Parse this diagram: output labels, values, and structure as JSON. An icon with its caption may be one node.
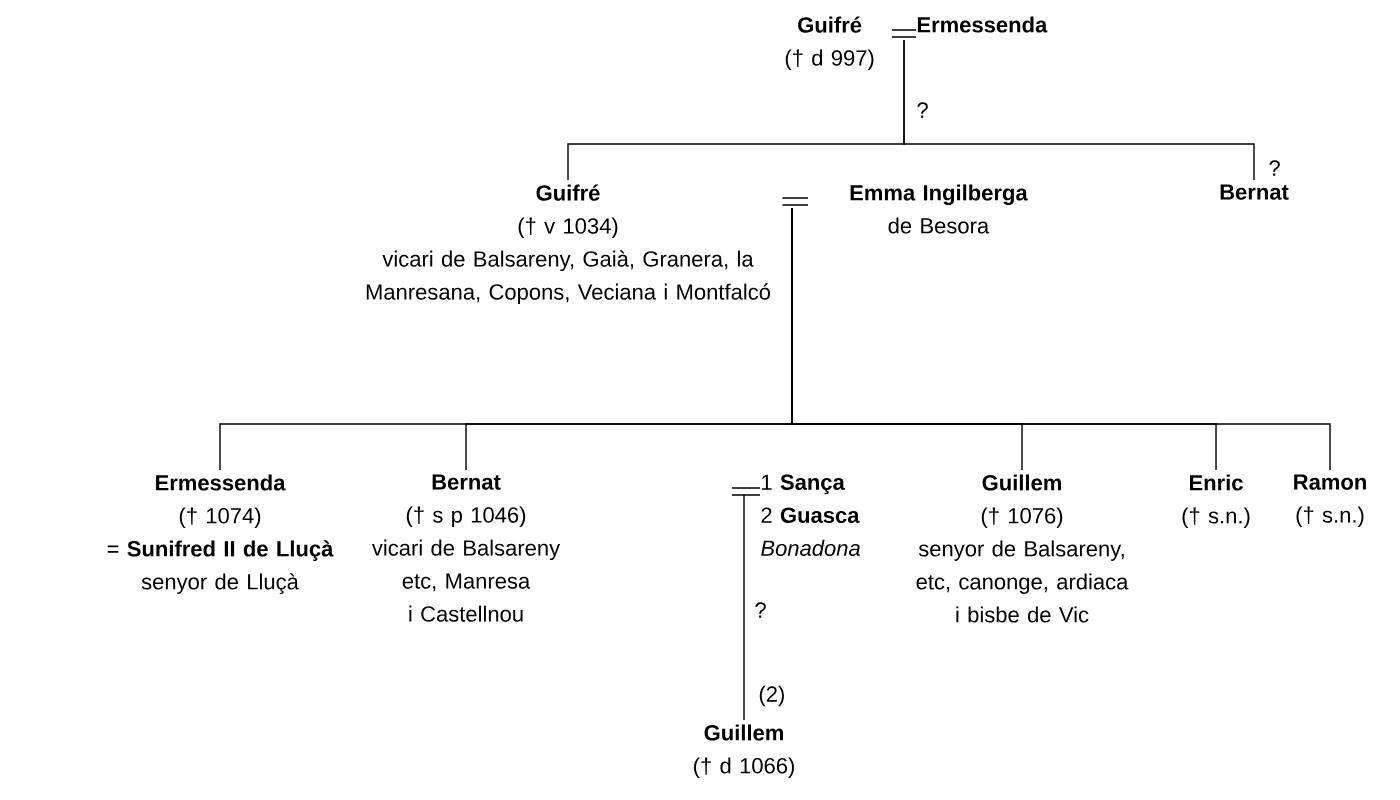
{
  "diagram": {
    "nodes": [
      {
        "text": [
          "Guifré",
          "(† d 997)"
        ]
      },
      {
        "text": [
          "Ermessenda"
        ]
      },
      {
        "text": [
          "Guifré",
          "(† v 1034)",
          "vicari de Balsareny, Gaià, Granera, la Manresana, Copons, Veciana i Montfalcó"
        ]
      },
      {
        "text": [
          "Emma Ingilberga",
          "de Besora"
        ]
      },
      {
        "text": [
          "Bernat"
        ]
      },
      {
        "text": [
          "Ermessenda",
          "(† 1074)",
          "= **Sunifred II de Lluçà**",
          "senyor de Lluçà"
        ]
      },
      {
        "text": [
          "Bernat",
          "(† s p 1046)",
          "vicari de Balsareny etc, Manresa i Castellnou"
        ]
      },
      {
        "text": [
          "1 **Sança**",
          "2 **Guasca**",
          "*Bonadona*"
        ]
      },
      {
        "text": [
          "Guillem",
          "(† 1076)",
          "senyor de Balsareny, etc, canonge, ardiaca i bisbe de Vic"
        ]
      },
      {
        "text": [
          "Enric",
          "(† s.n.)"
        ]
      },
      {
        "text": [
          "Ramon",
          "(† s.n.)"
        ]
      },
      {
        "text": [
          "Guillem",
          "(† d 1066)"
        ]
      }
    ],
    "edges": [
      {
        "from": 0,
        "to": 1,
        "arrow": "none"
      },
      {
        "from": 0,
        "to": 2,
        "arrow": "none"
      },
      {
        "from": 0,
        "to": 4,
        "arrow": "none"
      },
      {
        "from": 2,
        "to": 3,
        "arrow": "none"
      },
      {
        "from": 2,
        "to": 5,
        "arrow": "none"
      },
      {
        "from": 2,
        "to": 6,
        "arrow": "none"
      },
      {
        "from": 2,
        "to": 8,
        "arrow": "none"
      },
      {
        "from": 2,
        "to": 9,
        "arrow": "none"
      },
      {
        "from": 2,
        "to": 10,
        "arrow": "none"
      },
      {
        "from": 7,
        "to": 11,
        "arrow": "none"
      }
    ],
    "labels": [
      "?",
      "?",
      "?",
      "(2)"
    ]
  }
}
